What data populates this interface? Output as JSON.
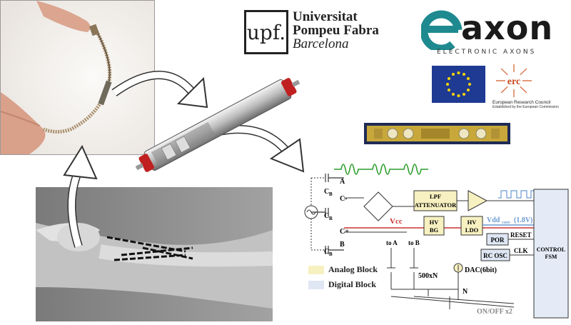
{
  "upf": {
    "mark": "upf.",
    "lines": [
      "Universitat",
      "Pompeu Fabra",
      "Barcelona"
    ]
  },
  "eaxon": {
    "word": "eaxon",
    "subtitle": "ELECTRONIC AXONS"
  },
  "erc": {
    "letters": "erc",
    "name": "European Research Council",
    "sub": "Established by the European Commission"
  },
  "circuit": {
    "labels": {
      "cb_top": "C",
      "cb_top_sub": "B",
      "a": "A",
      "c_minus": "C-",
      "cr": "C",
      "cr_sub": "R",
      "c_plus": "C+",
      "b": "B",
      "cb_bot": "C",
      "cb_bot_sub": "B",
      "lpf1": "LPF",
      "lpf2": "ATTENUATOR",
      "vcc": "Vcc",
      "hvbg1": "HV",
      "hvbg2": "BG",
      "hvldo1": "HV",
      "hvldo2": "LDO",
      "vdd": "Vdd",
      "vdd_sub": "core",
      "vdd_val": "(1.8V)",
      "por": "POR",
      "reset": "RESET",
      "rcosc": "RC OSC",
      "clk": "CLK",
      "control1": "CONTROL",
      "control2": "FSM",
      "dac": "DAC(6bit)",
      "to_a": "to A",
      "to_b": "to B",
      "mult": "500xN",
      "n": "N",
      "onoff": "ON/OFF x2"
    },
    "legend": [
      {
        "label": "Analog Block",
        "color": "#f7f0c0"
      },
      {
        "label": "Digital Block",
        "color": "#dfe7f4"
      }
    ],
    "colors": {
      "analog": "#f7f0c0",
      "digital": "#dfe7f4",
      "control": "#e4ebf6",
      "vcc_wire": "#cc3333",
      "vdd_wire": "#6a9ad0",
      "signal": "#2a9d2a",
      "wire": "#333333"
    }
  }
}
